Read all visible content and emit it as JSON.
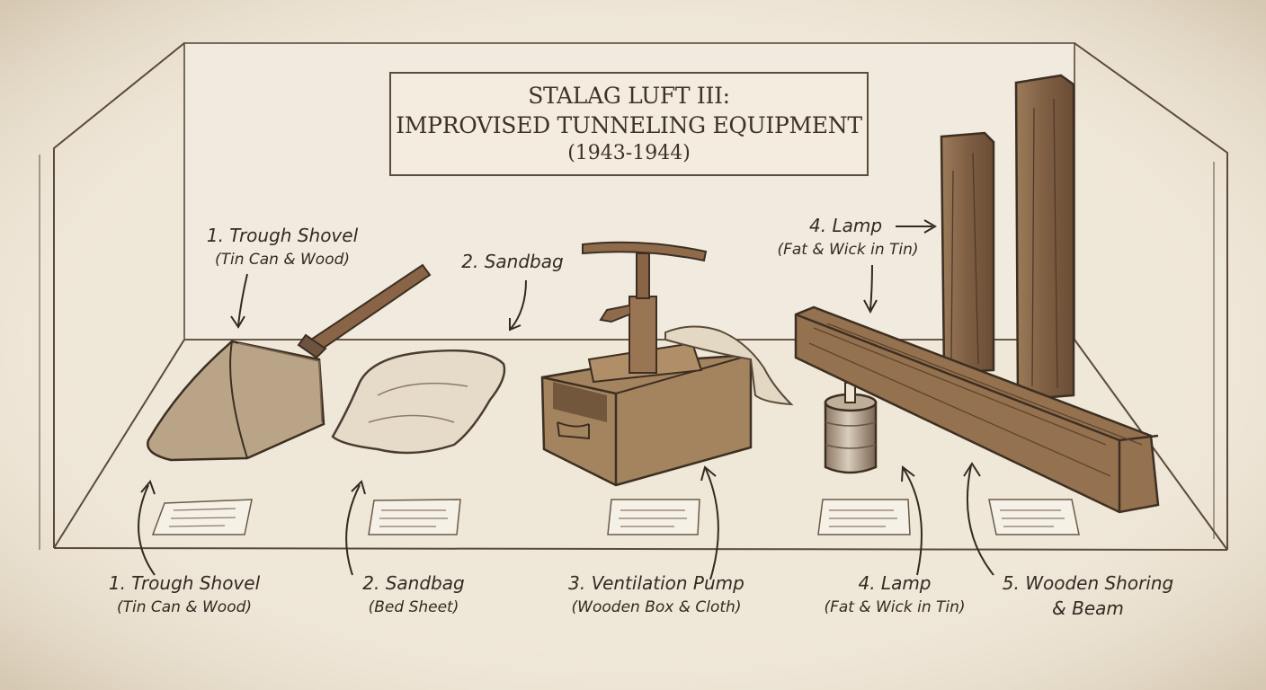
{
  "plaque": {
    "line1": "STALAG LUFT III:",
    "line2": "IMPROVISED TUNNELING EQUIPMENT",
    "line3": "(1943-1944)"
  },
  "top_labels": [
    {
      "name": "1. Trough Shovel",
      "detail": "(Tin Can & Wood)"
    },
    {
      "name": "2. Sandbag",
      "detail": ""
    },
    {
      "name": "4. Lamp",
      "detail": "(Fat & Wick in Tin)"
    }
  ],
  "bottom_labels": [
    {
      "name": "1. Trough Shovel",
      "detail": "(Tin Can & Wood)"
    },
    {
      "name": "2. Sandbag",
      "detail": "(Bed Sheet)"
    },
    {
      "name": "3. Ventilation Pump",
      "detail": "(Wooden Box & Cloth)"
    },
    {
      "name": "4. Lamp",
      "detail": "(Fat & Wick in Tin)"
    },
    {
      "name": "5. Wooden Shoring",
      "detail": "& Beam"
    }
  ],
  "colors": {
    "paper": "#efe7d8",
    "ink": "#3d3227",
    "wood": "#8a6a4c"
  }
}
